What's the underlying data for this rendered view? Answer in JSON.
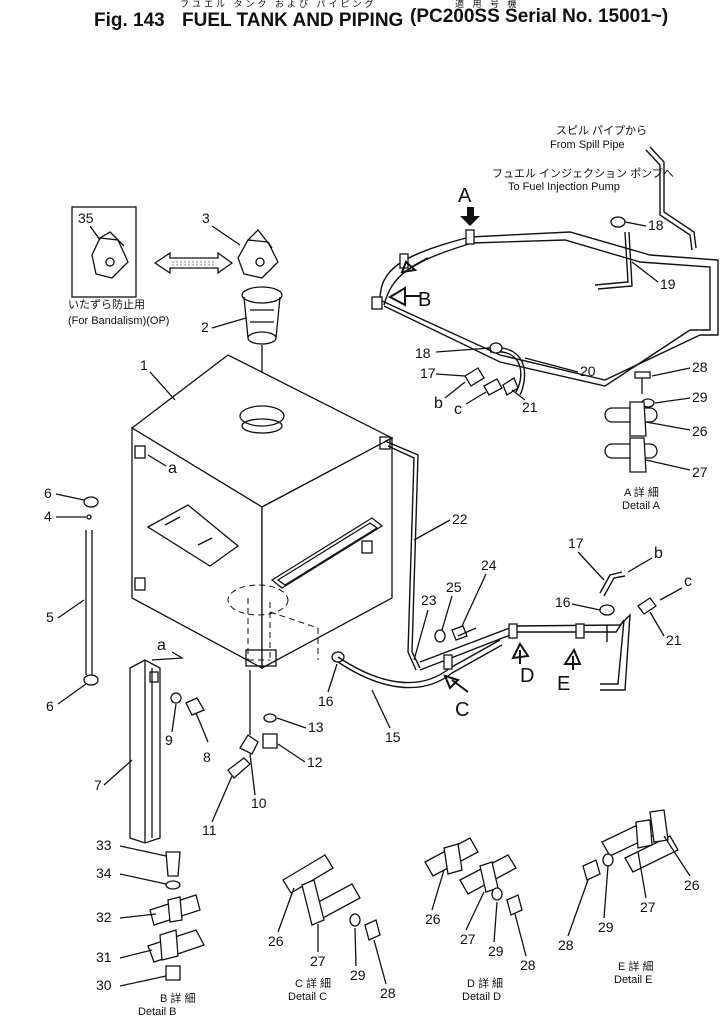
{
  "header": {
    "jp_title": "フユエル タンク および パイピング",
    "fig_no": "Fig. 143",
    "title": "FUEL TANK AND PIPING",
    "jp_serial": "適 用 号 機",
    "serial": "(PC200SS Serial No. 15001~)"
  },
  "callouts": {
    "spill_jp": "スピル パイプから",
    "spill": "From Spill Pipe",
    "inj_jp": "フュエル インジェクション ポンプへ",
    "inj": "To Fuel Injection Pump",
    "vandal_jp": "いたずら防止用",
    "vandal": "(For Bandalism)(OP)"
  },
  "details": {
    "a_jp": "A 詳 細",
    "a": "Detail A",
    "b_jp": "B 詳 細",
    "b": "Detail B",
    "c_jp": "C 詳 細",
    "c": "Detail C",
    "d_jp": "D 詳 細",
    "d": "Detail D",
    "e_jp": "E 詳 細",
    "e": "Detail E"
  },
  "view_letters": {
    "A": "A",
    "B": "B",
    "C": "C",
    "D": "D",
    "E": "E"
  },
  "ref_letters": {
    "a": "a",
    "b": "b",
    "c": "c"
  },
  "part_numbers": {
    "p1": "1",
    "p2": "2",
    "p3": "3",
    "p4": "4",
    "p5": "5",
    "p6": "6",
    "p7": "7",
    "p8": "8",
    "p9": "9",
    "p10": "10",
    "p11": "11",
    "p12": "12",
    "p13": "13",
    "p15": "15",
    "p16": "16",
    "p17": "17",
    "p18": "18",
    "p19": "19",
    "p20": "20",
    "p21": "21",
    "p22": "22",
    "p23": "23",
    "p24": "24",
    "p25": "25",
    "p26": "26",
    "p27": "27",
    "p28": "28",
    "p29": "29",
    "p30": "30",
    "p31": "31",
    "p32": "32",
    "p33": "33",
    "p34": "34",
    "p35": "35"
  }
}
